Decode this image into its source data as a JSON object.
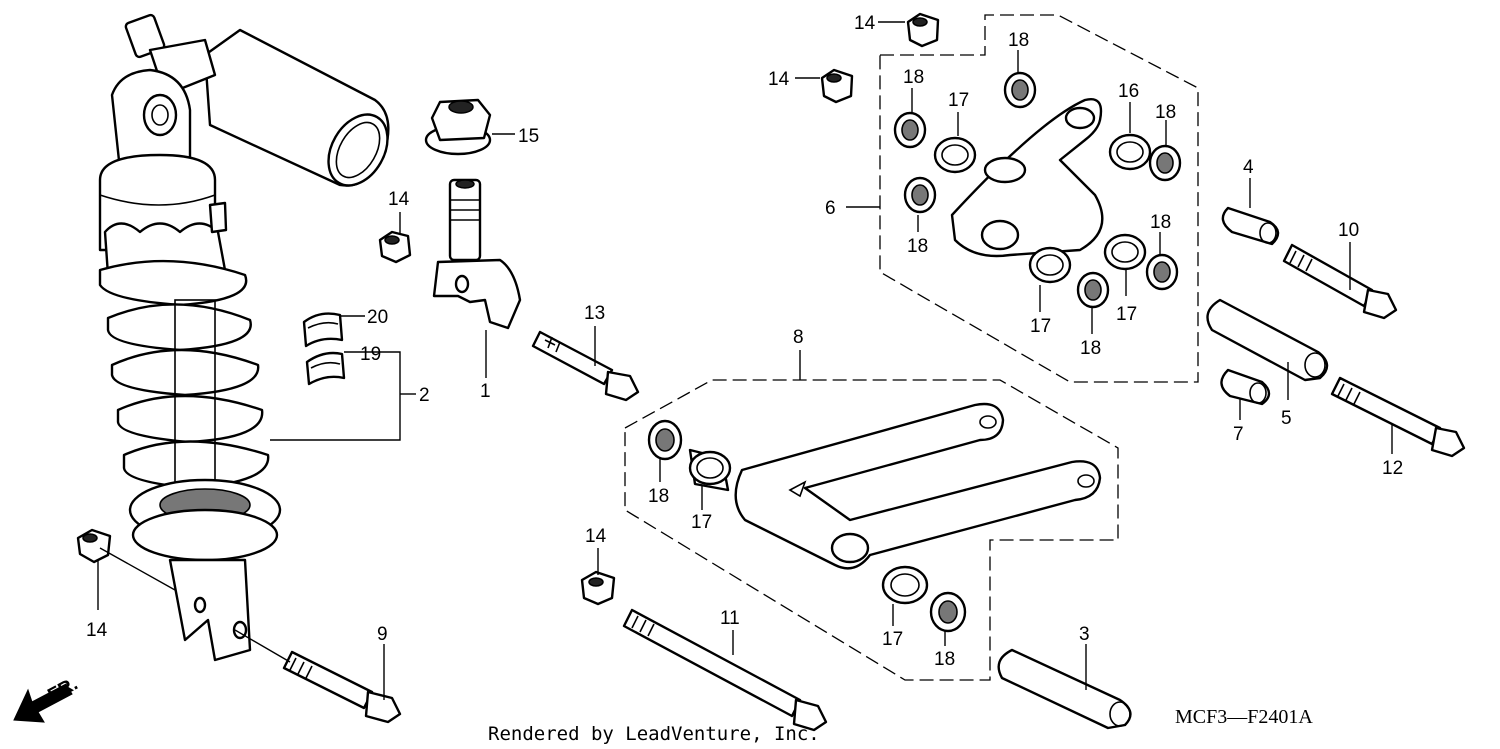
{
  "diagram": {
    "code": "MCF3—F2401A",
    "credit": "Rendered by LeadVenture, Inc.",
    "direction_label": "FR."
  },
  "callouts": [
    {
      "id": "c1",
      "text": "1"
    },
    {
      "id": "c2",
      "text": "2"
    },
    {
      "id": "c3",
      "text": "3"
    },
    {
      "id": "c4",
      "text": "4"
    },
    {
      "id": "c5",
      "text": "5"
    },
    {
      "id": "c6",
      "text": "6"
    },
    {
      "id": "c7",
      "text": "7"
    },
    {
      "id": "c8",
      "text": "8"
    },
    {
      "id": "c9",
      "text": "9"
    },
    {
      "id": "c10",
      "text": "10"
    },
    {
      "id": "c11",
      "text": "11"
    },
    {
      "id": "c12",
      "text": "12"
    },
    {
      "id": "c13",
      "text": "13"
    },
    {
      "id": "c14a",
      "text": "14"
    },
    {
      "id": "c14b",
      "text": "14"
    },
    {
      "id": "c14c",
      "text": "14"
    },
    {
      "id": "c14d",
      "text": "14"
    },
    {
      "id": "c14e",
      "text": "14"
    },
    {
      "id": "c15",
      "text": "15"
    },
    {
      "id": "c16",
      "text": "16"
    },
    {
      "id": "c17a",
      "text": "17"
    },
    {
      "id": "c17b",
      "text": "17"
    },
    {
      "id": "c17c",
      "text": "17"
    },
    {
      "id": "c17d",
      "text": "17"
    },
    {
      "id": "c17e",
      "text": "17"
    },
    {
      "id": "c18a",
      "text": "18"
    },
    {
      "id": "c18b",
      "text": "18"
    },
    {
      "id": "c18c",
      "text": "18"
    },
    {
      "id": "c18d",
      "text": "18"
    },
    {
      "id": "c18e",
      "text": "18"
    },
    {
      "id": "c18f",
      "text": "18"
    },
    {
      "id": "c18g",
      "text": "18"
    },
    {
      "id": "c18h",
      "text": "18"
    },
    {
      "id": "c18i",
      "text": "18"
    },
    {
      "id": "c19",
      "text": "19"
    },
    {
      "id": "c20",
      "text": "20"
    }
  ]
}
